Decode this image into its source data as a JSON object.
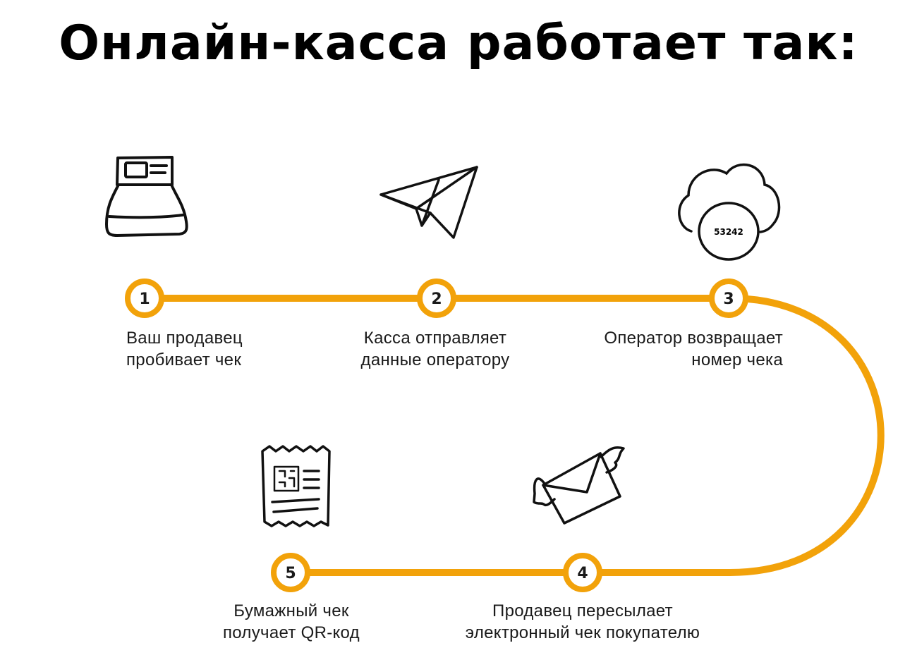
{
  "title": "Онлайн-касса работает так:",
  "accent_color": "#f2a20a",
  "steps": [
    {
      "number": "1",
      "line1": "Ваш продавец",
      "line2": "пробивает чек",
      "icon": "cash-register-icon"
    },
    {
      "number": "2",
      "line1": "Касса отправляет",
      "line2": "данные оператору",
      "icon": "paper-plane-icon"
    },
    {
      "number": "3",
      "line1": "Оператор возвращает",
      "line2": "номер чека",
      "icon": "cloud-icon"
    },
    {
      "number": "4",
      "line1": "Продавец пересылает",
      "line2": "электронный чек покупателю",
      "icon": "winged-envelope-icon"
    },
    {
      "number": "5",
      "line1": "Бумажный чек",
      "line2": "получает QR-код",
      "icon": "receipt-qr-icon"
    }
  ],
  "cloud_code": "53242"
}
